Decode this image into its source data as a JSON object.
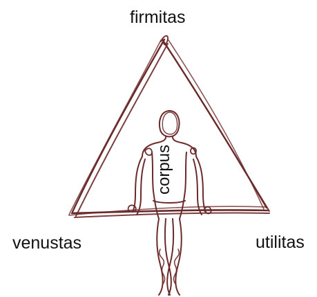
{
  "diagram": {
    "top_label": "firmitas",
    "left_label": "venustas",
    "right_label": "utilitas",
    "center_label": "corpus"
  },
  "colors": {
    "stroke": "#6b2a2a",
    "text": "#111111",
    "background": "#ffffff"
  }
}
